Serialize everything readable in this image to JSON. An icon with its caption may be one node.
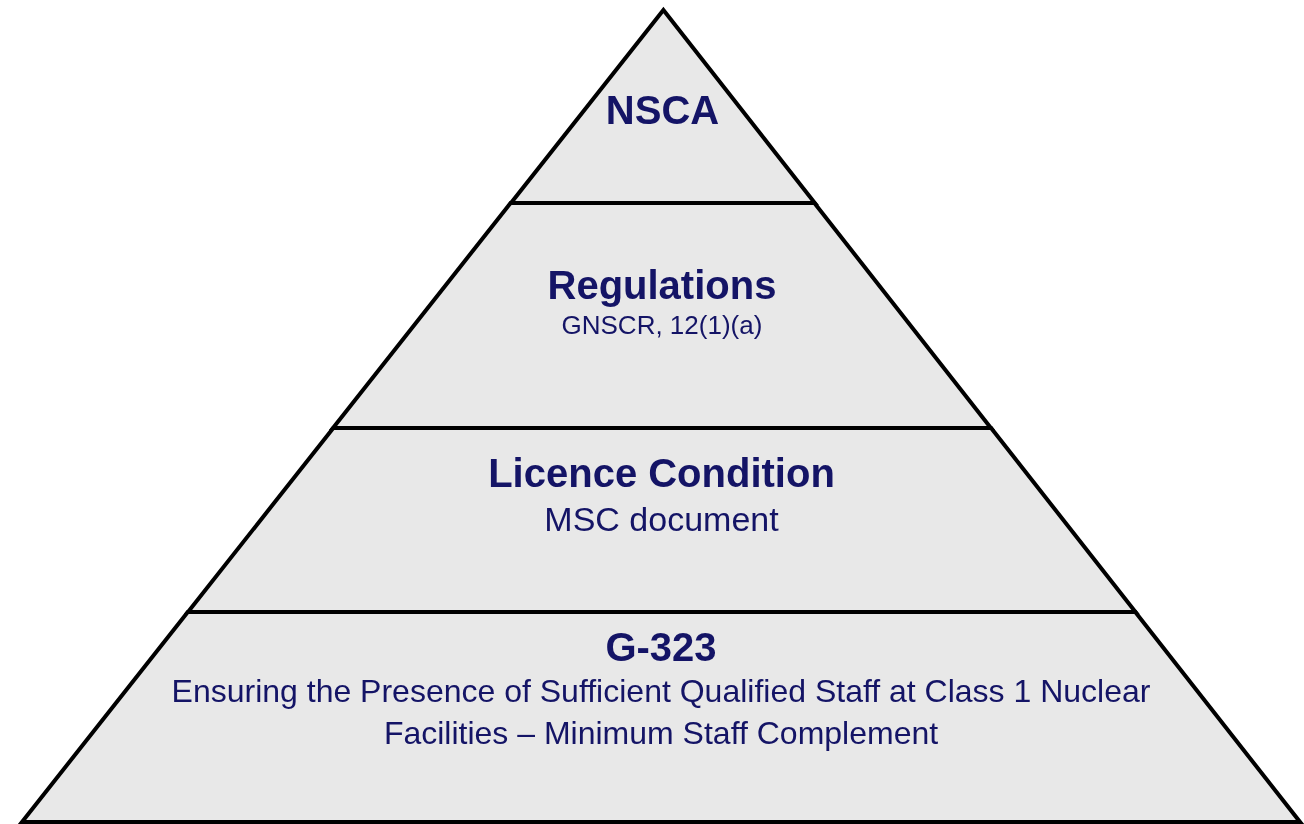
{
  "diagram": {
    "nodes": [
      {
        "text": [
          "NSCA"
        ]
      },
      {
        "text": [
          "Regulations",
          "GNSCR, 12(1)(a)"
        ]
      },
      {
        "text": [
          "Licence Condition",
          "MSC document"
        ]
      },
      {
        "text": [
          "G-323",
          "Ensuring the Presence of Sufficient Qualified Staff at Class 1 Nuclear Facilities – Minimum Staff Complement"
        ]
      }
    ]
  }
}
